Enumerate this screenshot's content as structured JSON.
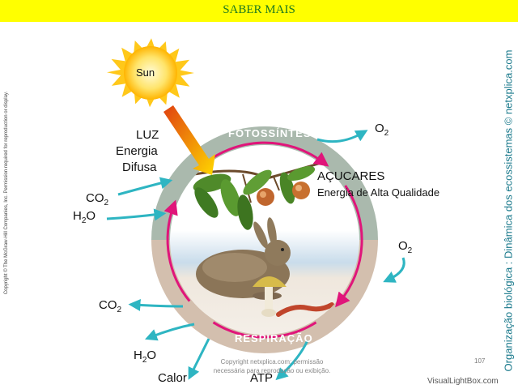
{
  "header": {
    "title": "SABER MAIS"
  },
  "side_left_text": "Copyright © The McGraw-Hill Companies, Inc. Permission required for reproduction or display.",
  "side_right_text": "Organização biológica : Dinâmica dos ecossistemas © netxplica.com",
  "diagram": {
    "sun_label": "Sun",
    "light_lines": [
      "LUZ",
      "Energia",
      "Difusa"
    ],
    "sugars_title": "AÇUCARES",
    "sugars_sub": "Energia de Alta Qualidade",
    "ring_top": "FOTOSSÍNTESE",
    "ring_bottom": "RESPIRAÇÃO",
    "o2_top": {
      "base": "O",
      "sub": "2"
    },
    "co2_in": {
      "base": "CO",
      "sub": "2"
    },
    "h2o_in": {
      "pre": "H",
      "sub": "2",
      "post": "O"
    },
    "o2_right": {
      "base": "O",
      "sub": "2"
    },
    "co2_out": {
      "base": "CO",
      "sub": "2"
    },
    "h2o_out": {
      "pre": "H",
      "sub": "2",
      "post": "O"
    },
    "calor": "Calor",
    "atp": "ATP"
  },
  "footer": {
    "copyright_line1": "Copyright netxplica.com: permissão",
    "copyright_line2": "necessária para reprodução ou exibição.",
    "page_number": "107"
  },
  "watermark": "VisualLightBox.com",
  "colors": {
    "header_bg": "#ffff00",
    "header_text": "#1f7a1f",
    "ring_top": "#aab9ad",
    "ring_bottom": "#d3bfae",
    "cycle_arrow": "#e0157a",
    "exchange_arrow": "#2eb5c2",
    "side_text": "#1b7a8c"
  },
  "icons": [
    "sun-icon",
    "light-ray-icon",
    "tree-branch-icon",
    "apple-icon",
    "rabbit-icon",
    "mushroom-icon",
    "worm-icon"
  ]
}
